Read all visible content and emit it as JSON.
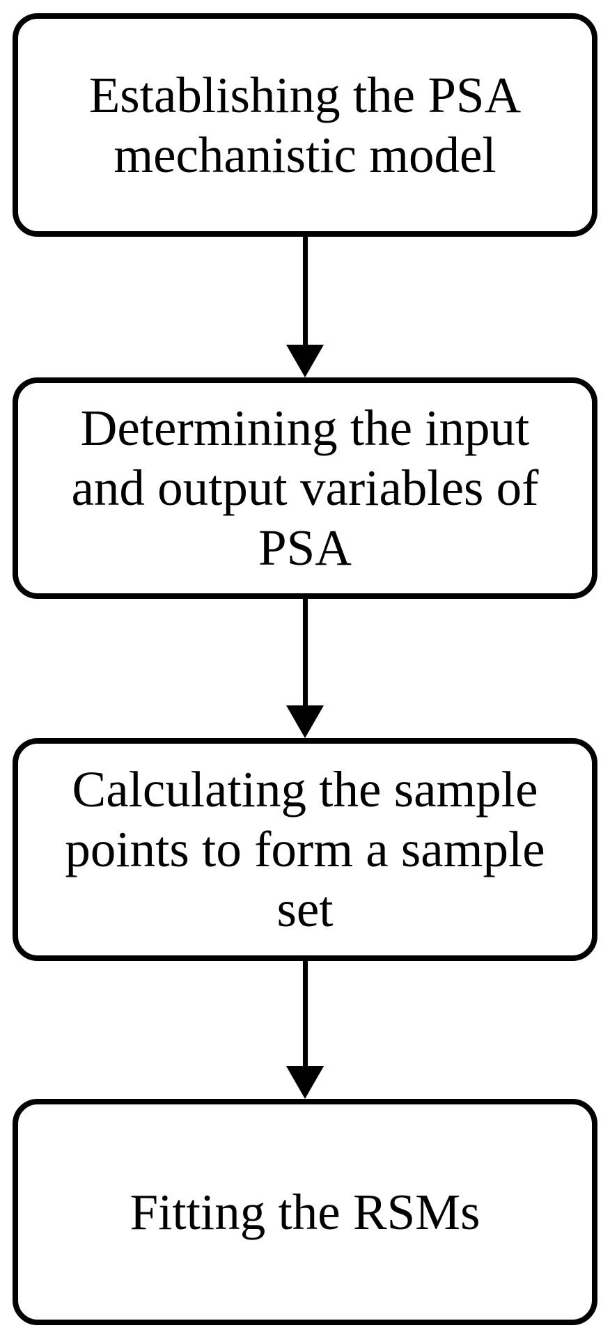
{
  "figure": {
    "type": "flowchart",
    "background_color": "#ffffff",
    "stroke_color": "#000000",
    "nodes": [
      {
        "id": "node-1",
        "label": "Establishing the PSA mechanistic model",
        "lines": [
          "Establishing the PSA",
          "mechanistic model"
        ]
      },
      {
        "id": "node-2",
        "label": "Determining the input and output variables of PSA",
        "lines": [
          "Determining the input",
          "and output variables of",
          "PSA"
        ]
      },
      {
        "id": "node-3",
        "label": "Calculating the sample points to form a sample set",
        "lines": [
          "Calculating the sample",
          "points to form a sample",
          "set"
        ]
      },
      {
        "id": "node-4",
        "label": "Fitting the RSMs",
        "lines": [
          "Fitting the RSMs"
        ]
      }
    ],
    "connectors": [
      {
        "from": "node-1",
        "to": "node-2",
        "direction": "down"
      },
      {
        "from": "node-2",
        "to": "node-3",
        "direction": "down"
      },
      {
        "from": "node-3",
        "to": "node-4",
        "direction": "down"
      }
    ]
  }
}
